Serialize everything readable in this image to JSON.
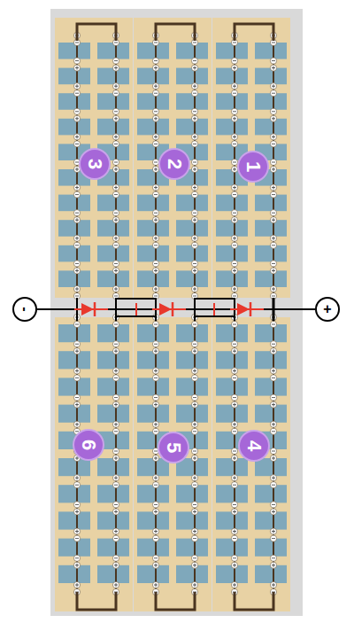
{
  "diagram": {
    "nodes": [
      {
        "text": [
          "3"
        ]
      },
      {
        "text": [
          "2"
        ]
      },
      {
        "text": [
          "1"
        ]
      },
      {
        "text": [
          "-"
        ]
      },
      {
        "text": [
          "+"
        ]
      },
      {
        "text": [
          "6"
        ]
      },
      {
        "text": [
          "5"
        ]
      },
      {
        "text": [
          "4"
        ]
      }
    ]
  }
}
